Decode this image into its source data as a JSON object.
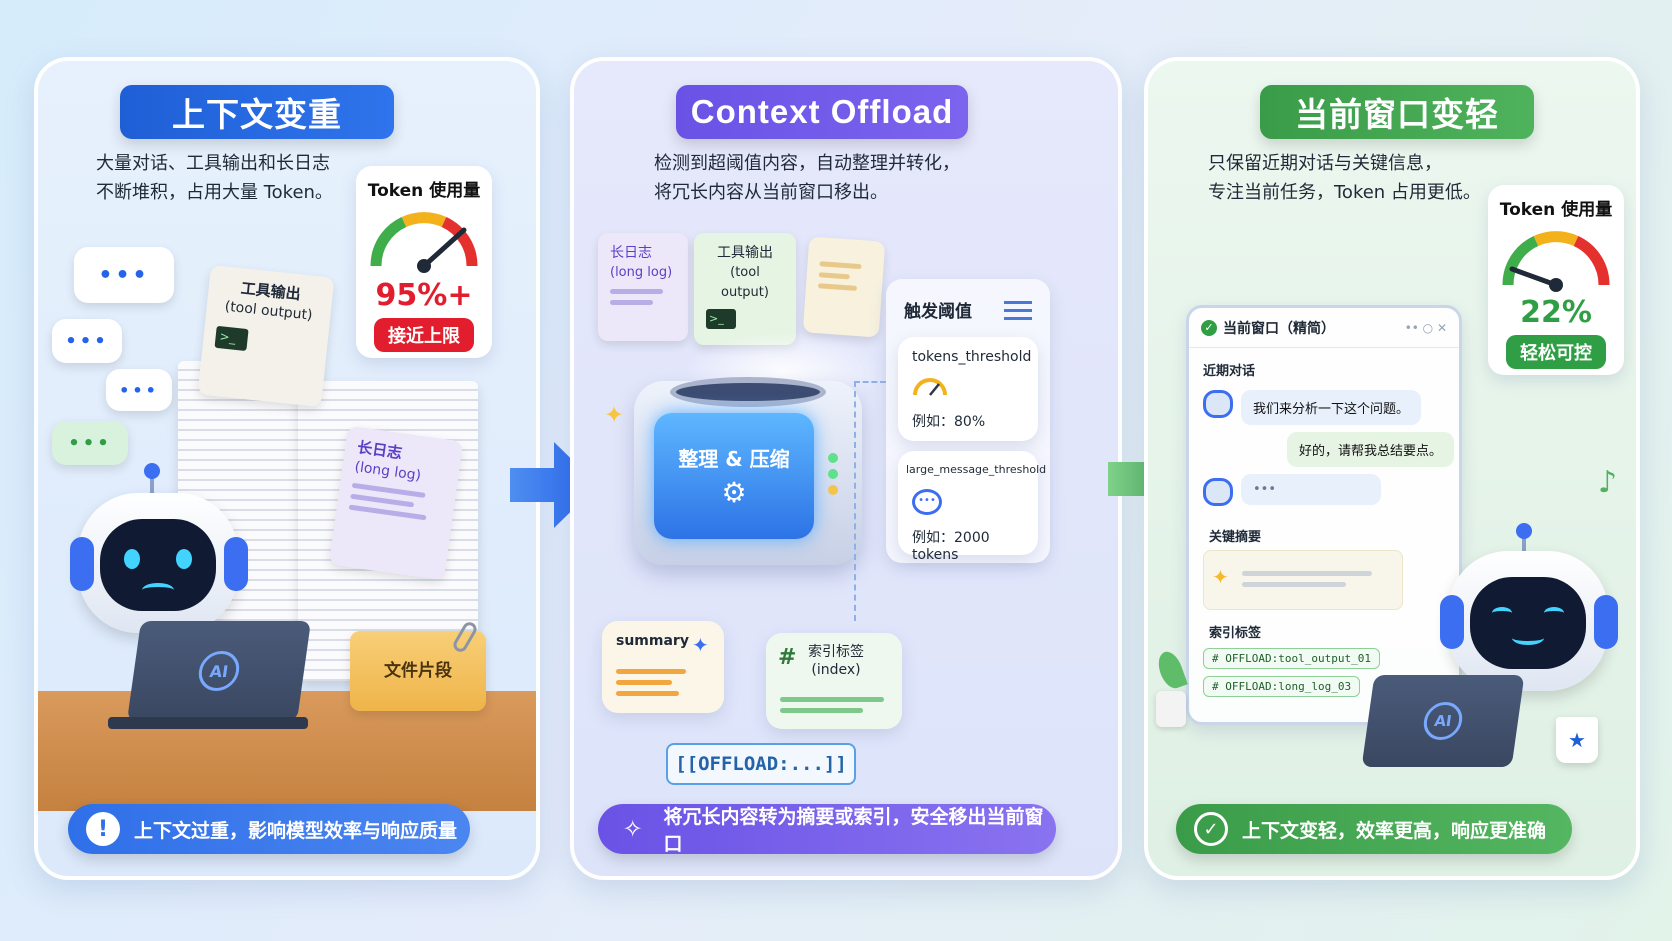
{
  "left": {
    "title": "上下文变重",
    "desc_line1": "大量对话、工具输出和长日志",
    "desc_line2": "不断堆积，占用大量 Token。",
    "gauge": {
      "title": "Token 使用量",
      "value_text": "95%+",
      "value": 95,
      "badge": "接近上限",
      "color": "#e11d2e"
    },
    "doc_tool_line1": "工具输出",
    "doc_tool_line2": "(tool output)",
    "doc_log_line1": "长日志",
    "doc_log_line2": "(long log)",
    "folder_label": "文件片段",
    "laptop_label": "AI",
    "bubble_text": "•••",
    "bottom": "上下文过重，影响模型效率与响应质量"
  },
  "middle": {
    "title": "Context Offload",
    "desc_line1": "检测到超阈值内容，自动整理并转化，",
    "desc_line2": "将冗长内容从当前窗口移出。",
    "doc_log_line1": "长日志",
    "doc_log_line2": "(long log)",
    "doc_tool_line1": "工具输出",
    "doc_tool_line2": "(tool output)",
    "machine_label": "整理 & 压缩",
    "threshold_title": "触发阈值",
    "threshold1_name": "tokens_threshold",
    "threshold1_example": "例如：80%",
    "threshold2_name": "large_message_threshold",
    "threshold2_example": "例如：2000 tokens",
    "summary_label": "summary",
    "index_line1": "索引标签",
    "index_line2": "(index)",
    "offload_tag": "[[OFFLOAD:...]]",
    "bottom": "将冗长内容转为摘要或索引，安全移出当前窗口"
  },
  "right": {
    "title": "当前窗口变轻",
    "desc_line1": "只保留近期对话与关键信息，",
    "desc_line2": "专注当前任务，Token 占用更低。",
    "gauge": {
      "title": "Token 使用量",
      "value_text": "22%",
      "value": 22,
      "badge": "轻松可控",
      "color": "#2f9e44"
    },
    "window_title": "当前窗口（精简）",
    "window_controls": "•• ○ ✕",
    "recent_label": "近期对话",
    "chat1": "我们来分析一下这个问题。",
    "chat2": "好的，请帮我总结要点。",
    "chat3": "•••",
    "key_summary_label": "关键摘要",
    "index_label": "索引标签",
    "tags": [
      "OFFLOAD:tool_output_01",
      "OFFLOAD:long_log_03"
    ],
    "laptop_label": "AI",
    "bottom": "上下文变轻，效率更高，响应更准确"
  },
  "colors": {
    "blue": "#2563eb",
    "purple": "#6d5ce7",
    "green": "#3fa04e",
    "red": "#e11d2e"
  }
}
